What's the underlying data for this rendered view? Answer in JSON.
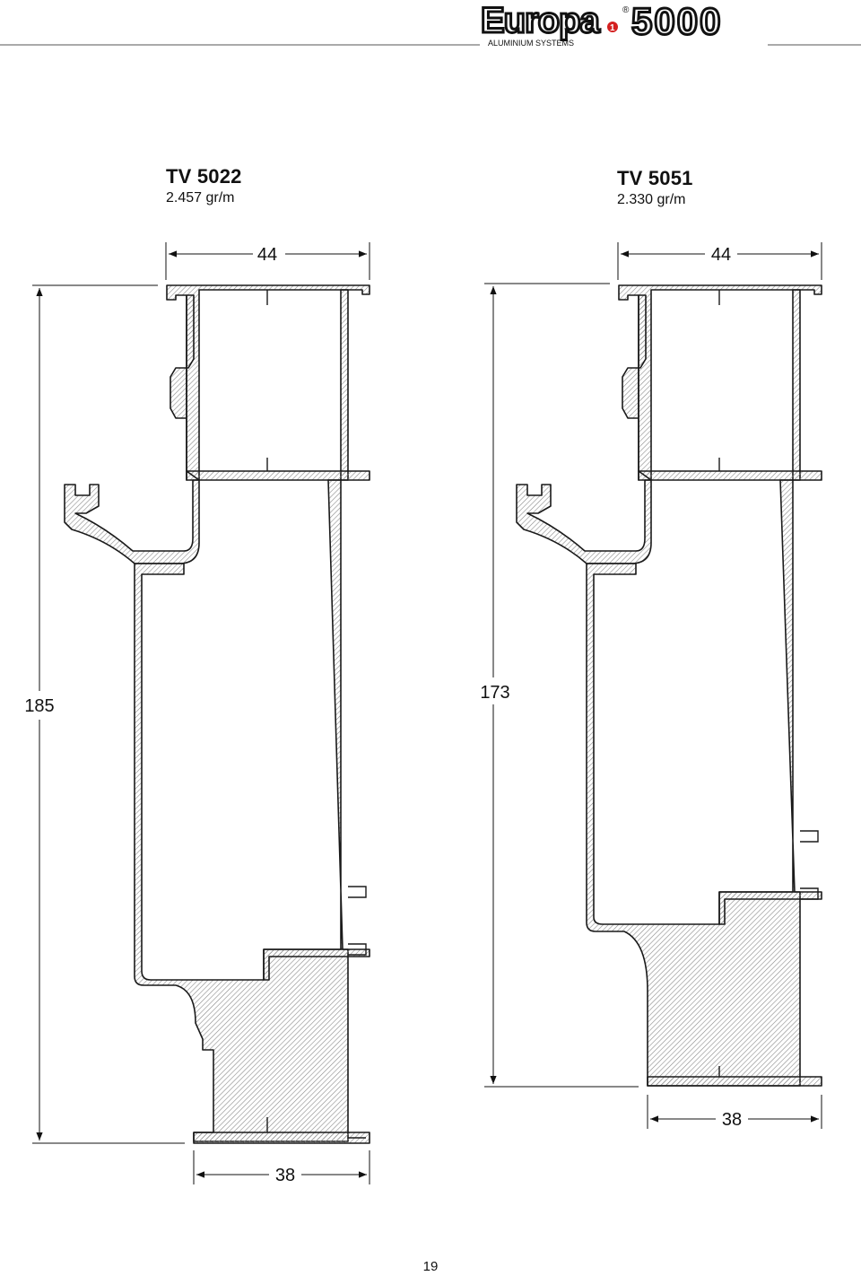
{
  "header": {
    "brand": "Europa",
    "series": "5000",
    "subtitle": "ALUMINIUM SYSTEMS",
    "registered_mark": "®",
    "badge_number": "1"
  },
  "profiles": [
    {
      "code": "TV 5022",
      "weight": "2.457 gr/m",
      "dimensions": {
        "top_width": "44",
        "height": "185",
        "bottom_width": "38"
      }
    },
    {
      "code": "TV 5051",
      "weight": "2.330 gr/m",
      "dimensions": {
        "top_width": "44",
        "height": "173",
        "bottom_width": "38"
      }
    }
  ],
  "footer": {
    "page_number": "19"
  },
  "colors": {
    "line": "#1a1a1a",
    "hatch": "#888888",
    "logo_accent": "#d42020"
  }
}
